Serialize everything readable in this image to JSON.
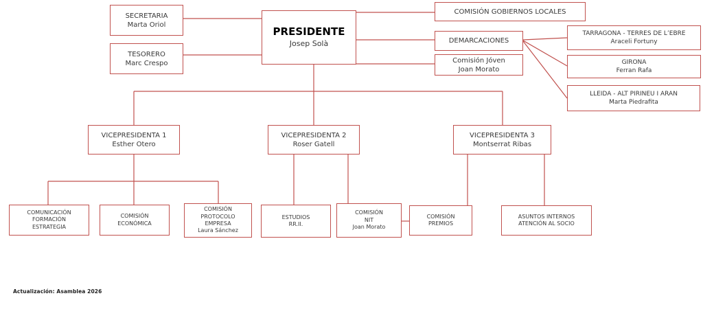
{
  "colors": {
    "accent_border": "#C0504D",
    "text": "#383838",
    "presidente_title": "#000000",
    "background": "#FFFFFF"
  },
  "footer": {
    "text": "Actualización: Asamblea 2026"
  },
  "nodes": {
    "presidente": {
      "lines": [
        "PRESIDENTE",
        "Josep Solà"
      ]
    },
    "secretaria": {
      "lines": [
        "SECRETARIA",
        "Marta Oriol"
      ]
    },
    "tesorero": {
      "lines": [
        "TESORERO",
        "Marc Crespo"
      ]
    },
    "gobiernos_locales": {
      "lines": [
        "COMISIÓN GOBIERNOS LOCALES"
      ]
    },
    "demarcaciones": {
      "lines": [
        "DEMARCACIONES"
      ]
    },
    "comision_joven": {
      "lines": [
        "Comisión Jóven",
        "Joan Morato"
      ]
    },
    "tarragona": {
      "lines": [
        "TARRAGONA - TERRES DE L’EBRE",
        "Araceli Fortuny"
      ]
    },
    "girona": {
      "lines": [
        "GIRONA",
        "Ferran Rafa"
      ]
    },
    "lleida": {
      "lines": [
        "LLEIDA - ALT PIRINEU I ARAN",
        "Marta Piedrafita"
      ]
    },
    "vicepresidenta1": {
      "lines": [
        "VICEPRESIDENTA 1",
        "Esther Otero"
      ]
    },
    "vicepresidenta2": {
      "lines": [
        "VICEPRESIDENTA 2",
        "Roser Gatell"
      ]
    },
    "vicepresidenta3": {
      "lines": [
        "VICEPRESIDENTA 3",
        "Montserrat Ribas"
      ]
    },
    "comunicacion": {
      "lines": [
        "COMUNICACIÓN",
        "FORMACIÓN",
        "ESTRATEGIA"
      ]
    },
    "economica": {
      "lines": [
        "COMISIÓN",
        "ECONÓMICA"
      ]
    },
    "protocolo": {
      "lines": [
        "COMISIÓN",
        "PROTOCOLO",
        "EMPRESA",
        "Laura Sánchez"
      ]
    },
    "estudios": {
      "lines": [
        "ESTUDIOS",
        "RR.II."
      ]
    },
    "nit": {
      "lines": [
        "COMISIÓN",
        "NIT",
        "Joan Morato"
      ]
    },
    "premios": {
      "lines": [
        "COMISIÓN",
        "PREMIOS"
      ]
    },
    "asuntos": {
      "lines": [
        "ASUNTOS INTERNOS",
        "ATENCIÓN AL SOCIO"
      ]
    }
  }
}
